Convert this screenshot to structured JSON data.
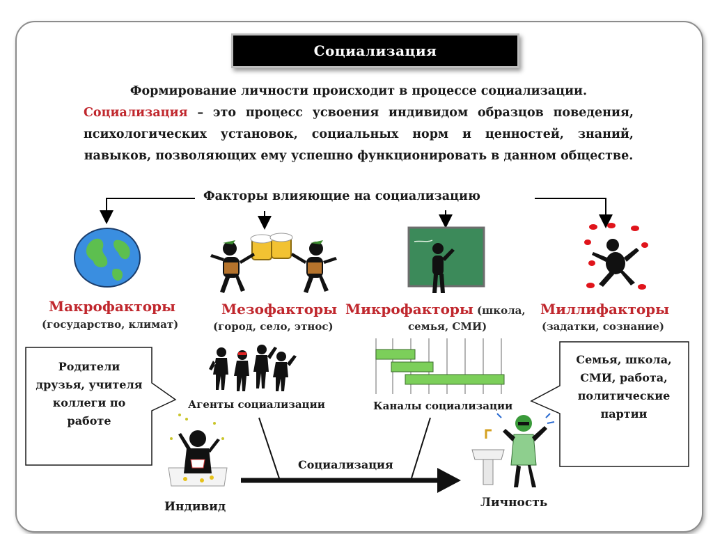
{
  "title": "Социализация",
  "intro": {
    "line1": "Формирование личности происходит в процессе социализации.",
    "term": "Социализация",
    "definition": " – это процесс усвоения индивидом образцов поведения, психологических установок, социальных норм и ценностей, знаний, навыков, позволяющих ему успешно функционировать в данном обществе."
  },
  "factors_heading": "Факторы влияющие на социализацию",
  "factors": [
    {
      "name": "Макрофакторы",
      "desc": "(государство, климат)",
      "icon": "globe-icon"
    },
    {
      "name": "Мезофакторы",
      "desc": "(город, село, этнос)",
      "icon": "toasting-people-icon"
    },
    {
      "name": "Микрофакторы",
      "desc_inline": "(школа,",
      "desc": "семья, СМИ)",
      "icon": "chalkboard-icon"
    },
    {
      "name": "Миллифакторы",
      "desc": "(задатки, сознание)",
      "icon": "juggler-icon"
    }
  ],
  "left_callout": {
    "lines": [
      "Родители",
      "друзья, учителя",
      "коллеги по",
      "работе"
    ]
  },
  "right_callout": {
    "lines": [
      "Семья, школа,",
      "СМИ, работа,",
      "политические",
      "партии"
    ]
  },
  "agents_caption": "Агенты социализации",
  "channels_caption": "Каналы социализации",
  "process_label": "Социализация",
  "individual_label": "Индивид",
  "personality_label": "Личность",
  "colors": {
    "accent_red": "#c0272d",
    "banner_bg": "#000000",
    "bar_green": "#7ccf5a",
    "globe_blue": "#3a8ee0",
    "globe_green": "#5dbf4f",
    "board_green": "#3c8a5a"
  }
}
